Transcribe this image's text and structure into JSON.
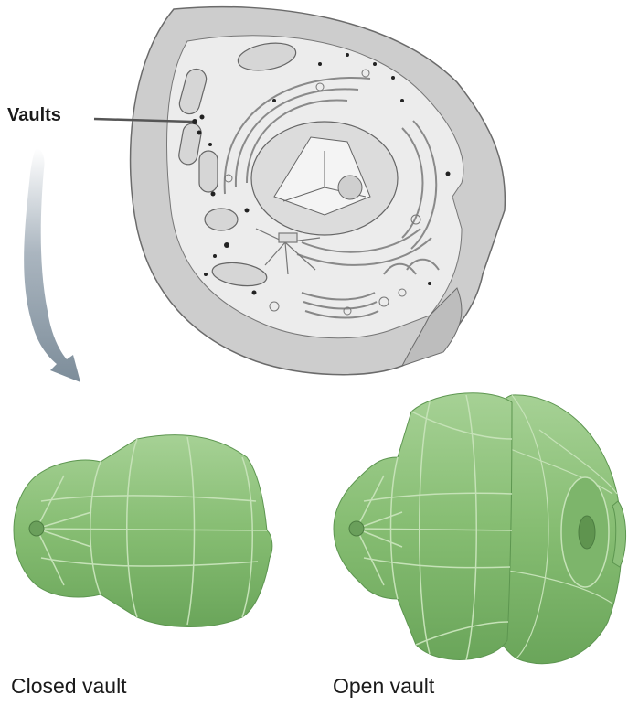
{
  "labels": {
    "vaults": "Vaults",
    "closed_vault": "Closed vault",
    "open_vault": "Open vault"
  },
  "colors": {
    "vault_green": "#8cc07a",
    "vault_green_dark": "#6fa85e",
    "cell_outer": "#cfcfcf",
    "cell_inner": "#ececec",
    "outline": "#555555"
  }
}
